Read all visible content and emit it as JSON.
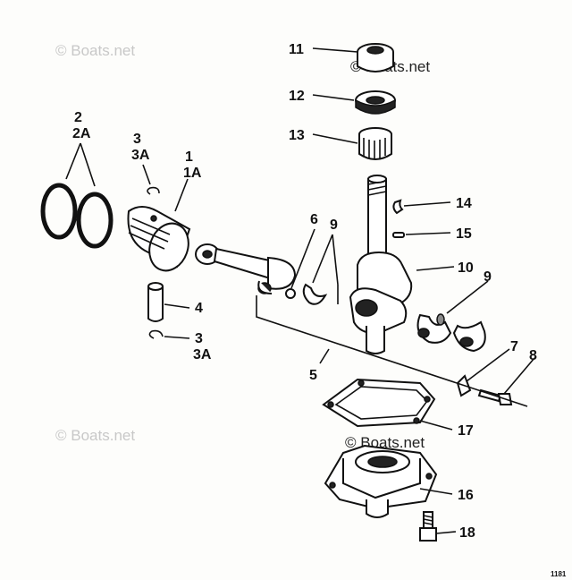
{
  "watermark": "© Boats.net",
  "figure_number": "1181",
  "callouts": {
    "c11": "11",
    "c12": "12",
    "c13": "13",
    "c2": "2",
    "c2a": "2A",
    "c3_top": "3",
    "c3a_top": "3A",
    "c1": "1",
    "c1a": "1A",
    "c14": "14",
    "c6": "6",
    "c9_top": "9",
    "c15": "15",
    "c10": "10",
    "c9_right": "9",
    "c4": "4",
    "c3_bottom": "3",
    "c3a_bottom": "3A",
    "c7": "7",
    "c8": "8",
    "c5": "5",
    "c17": "17",
    "c16": "16",
    "c18": "18"
  }
}
